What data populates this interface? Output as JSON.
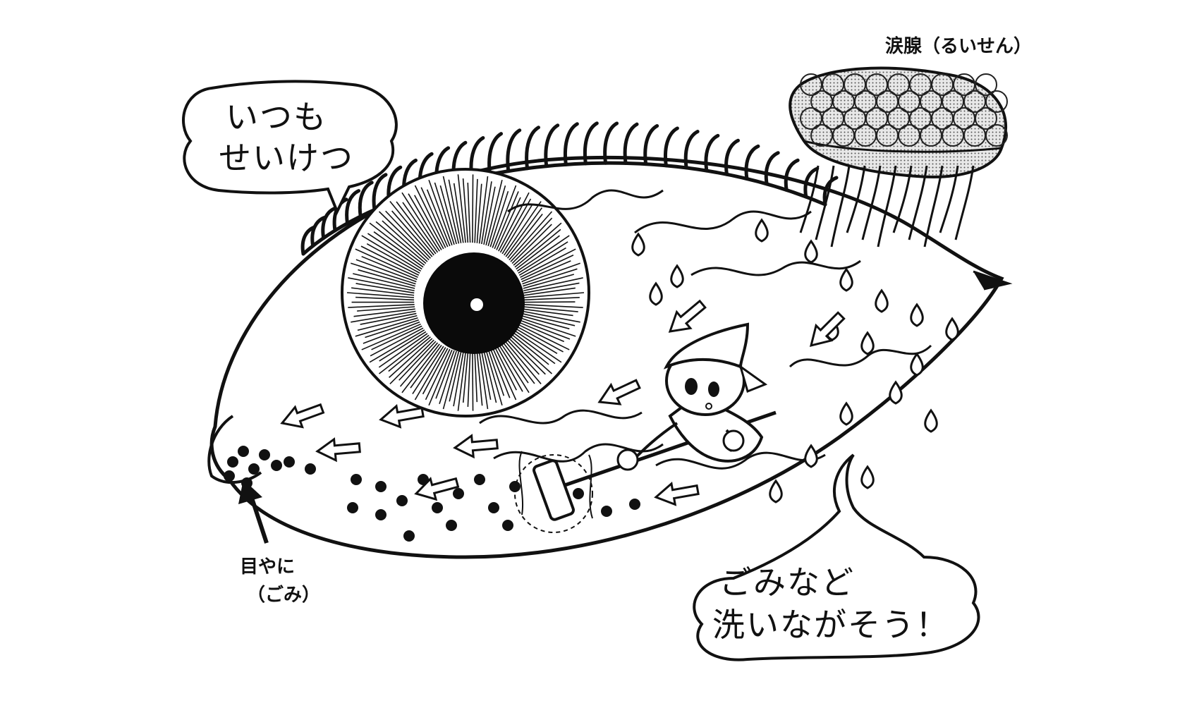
{
  "labels": {
    "gland": "涙腺（るいせん）",
    "bubble_top_line1": "いつも",
    "bubble_top_line2": "せいけつ",
    "bubble_bottom_line1": "ごみなど",
    "bubble_bottom_line2": "洗いながそう！",
    "debris_line1": "目やに",
    "debris_line2": "（ごみ）"
  },
  "colors": {
    "ink": "#111111",
    "paper": "#ffffff",
    "gland_fill": "#c9c9c9"
  }
}
